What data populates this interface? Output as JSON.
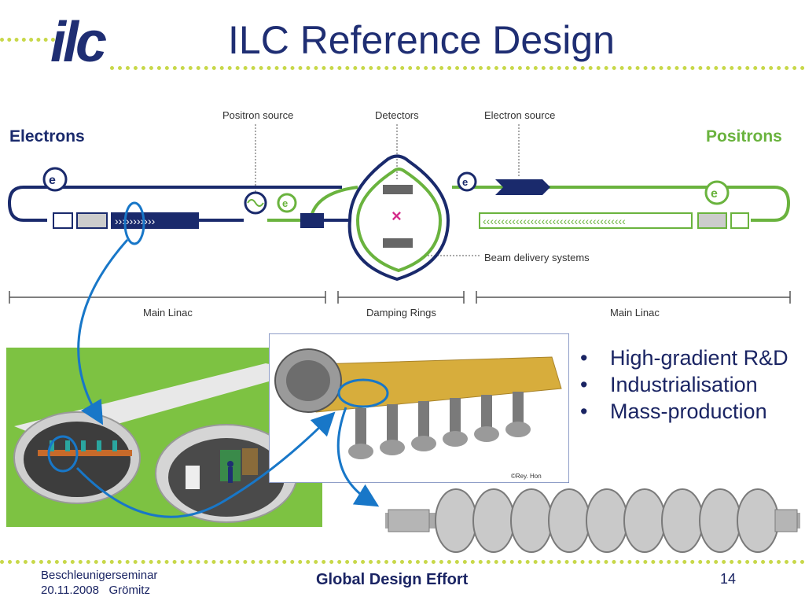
{
  "slide": {
    "title": "ILC Reference Design",
    "logo_text": "ilc"
  },
  "diagram": {
    "side_left": "Electrons",
    "side_right": "Positrons",
    "positron_source": "Positron source",
    "detectors": "Detectors",
    "electron_source": "Electron source",
    "beam_delivery": "Beam delivery systems",
    "main_linac_left": "Main Linac",
    "damping_rings": "Damping Rings",
    "main_linac_right": "Main Linac",
    "electron_symbol": "e",
    "positron_symbol": "e"
  },
  "images": {
    "credit": "©Rey. Hon"
  },
  "bullets": [
    "High-gradient R&D",
    "Industrialisation",
    "Mass-production"
  ],
  "footer": {
    "event": "Beschleunigerseminar",
    "date_place": "20.11.2008   Grömitz",
    "center": "Global Design Effort",
    "page": "14"
  },
  "colors": {
    "title": "#1f2e73",
    "electron_line": "#1a2a6c",
    "positron_line": "#6ab33e",
    "annotation": "#1877c8",
    "tunnel_bg": "#7dc242",
    "cryo_gold": "#d7ad3c"
  }
}
